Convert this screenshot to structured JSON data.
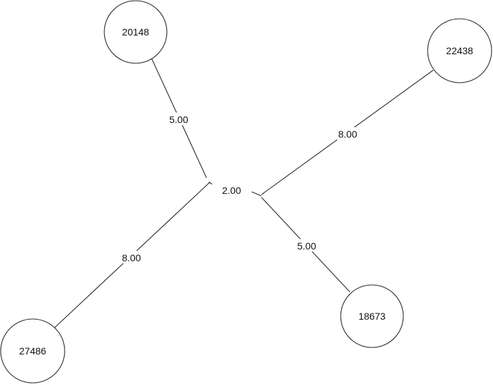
{
  "nodes": {
    "n20148": {
      "label": "20148"
    },
    "n22438": {
      "label": "22438"
    },
    "n27486": {
      "label": "27486"
    },
    "n18673": {
      "label": "18673"
    }
  },
  "edges": {
    "e_20148_hub": {
      "weight": "5.00"
    },
    "e_22438_hub": {
      "weight": "8.00"
    },
    "e_27486_hub": {
      "weight": "8.00"
    },
    "e_18673_hub": {
      "weight": "5.00"
    },
    "e_hub_hub": {
      "weight": "2.00"
    }
  }
}
